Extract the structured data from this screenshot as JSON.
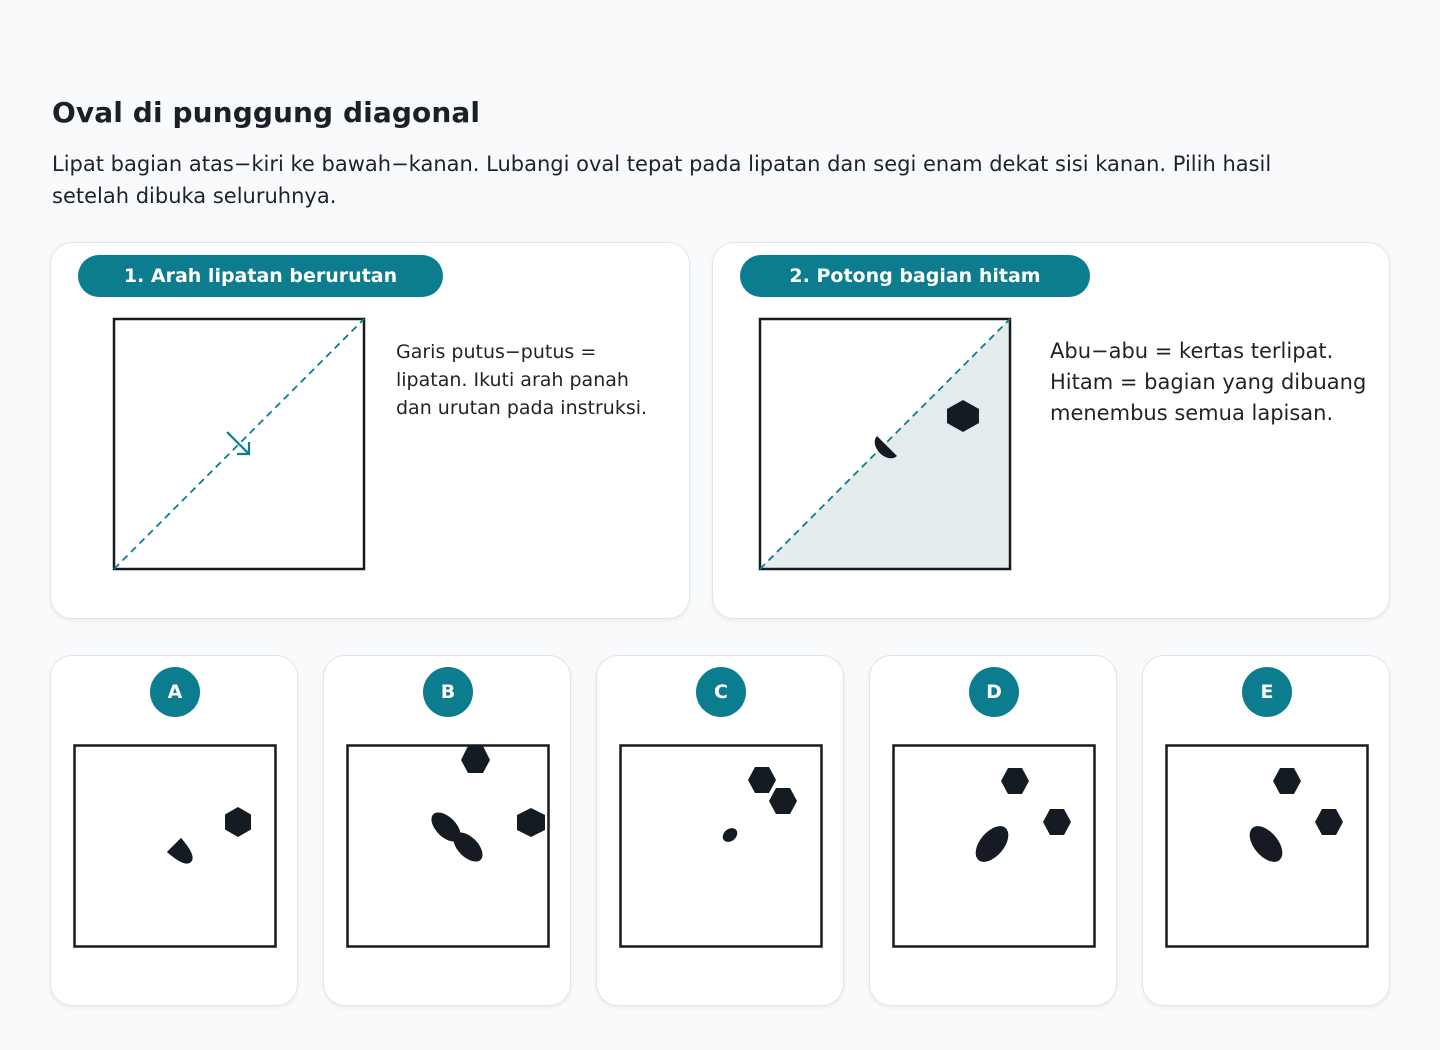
{
  "title": "Oval di punggung diagonal",
  "instructions": "Lipat bagian atas−kiri ke bawah−kanan. Lubangi oval tepat pada lipatan dan segi enam dekat sisi kanan. Pilih hasil setelah dibuka seluruhnya.",
  "panels": [
    {
      "label": "1. Arah lipatan berurutan",
      "note": "Garis putus−putus = lipatan. Ikuti arah panah dan urutan pada instruksi."
    },
    {
      "label": "2. Potong bagian hitam",
      "note": "Abu−abu = kertas terlipat. Hitam = bagian yang dibuang menembus semua lapisan."
    }
  ],
  "options": [
    {
      "label": "A"
    },
    {
      "label": "B"
    },
    {
      "label": "C"
    },
    {
      "label": "D"
    },
    {
      "label": "E"
    }
  ],
  "colors": {
    "accent": "#0b7d8e",
    "cut": "#141b22",
    "folded_paper": "#e5ecee",
    "card_border": "#dfe5ea",
    "background": "#f8fafc"
  }
}
